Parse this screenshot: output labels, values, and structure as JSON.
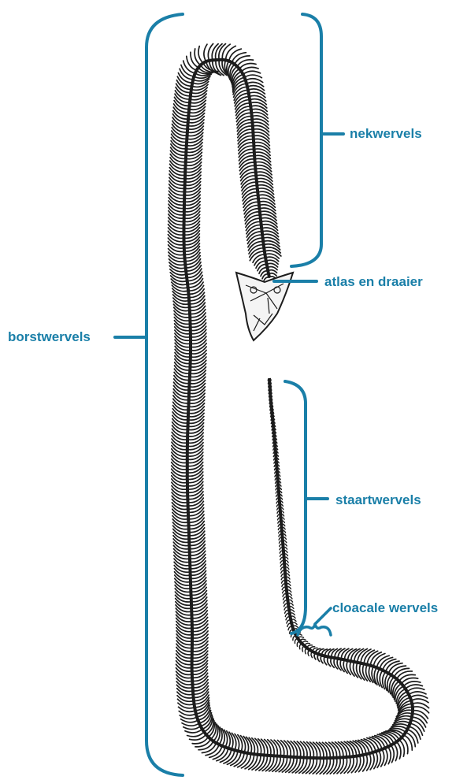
{
  "colors": {
    "accent": "#1a7fa8",
    "skeleton": "#1c1c1c",
    "background": "#ffffff"
  },
  "labels": {
    "nekwervels": "nekwervels",
    "atlas": "atlas en draaier",
    "borstwervels": "borstwervels",
    "staartwervels": "staartwervels",
    "cloacale": "cloacale wervels"
  }
}
